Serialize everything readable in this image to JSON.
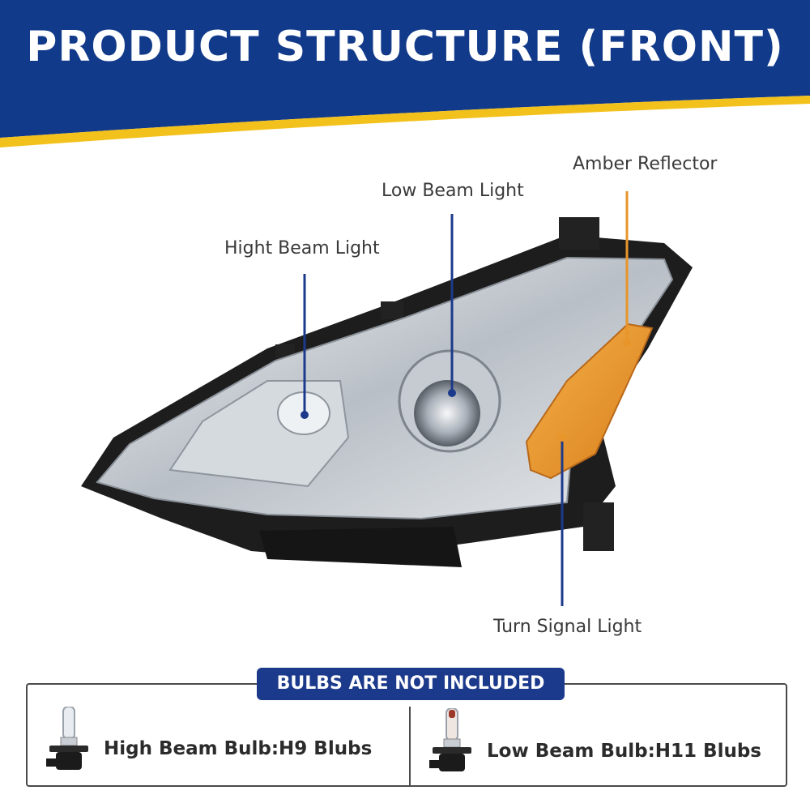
{
  "header": {
    "title": "PRODUCT STRUCTURE (FRONT)"
  },
  "colors": {
    "banner": "#123a8a",
    "stripe": "#f3c11b",
    "callout_line": "#1c3a8c",
    "badge": "#1c3a8c",
    "amber": "#e8952a"
  },
  "callouts": {
    "amber_reflector": "Amber Reflector",
    "low_beam": "Low Beam Light",
    "high_beam": "Hight Beam Light",
    "turn_signal": "Turn Signal Light"
  },
  "bulbs": {
    "notice": "BULBS ARE NOT INCLUDED",
    "high_beam": "High Beam Bulb:H9 Blubs",
    "low_beam": "Low Beam Bulb:H11  Blubs"
  }
}
